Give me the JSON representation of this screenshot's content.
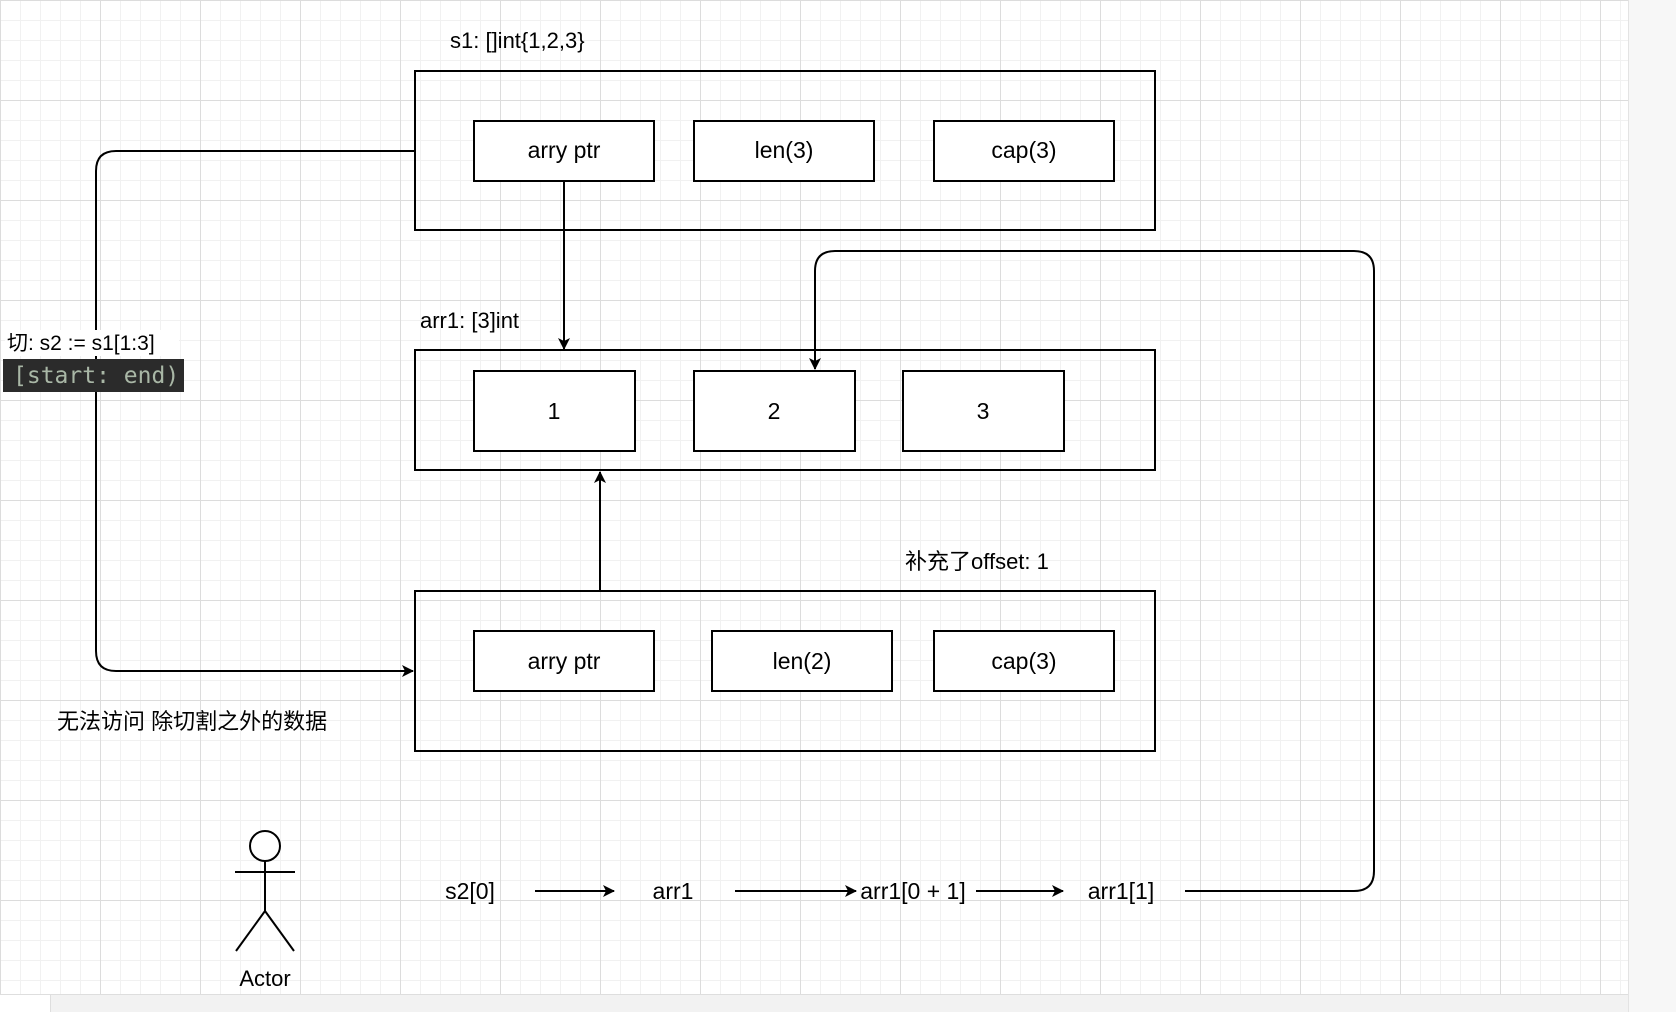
{
  "colors": {
    "stroke": "#000000",
    "code_bg": "#2b2b2b",
    "code_text": "#a9b7a6"
  },
  "s1": {
    "label": "s1: []int{1,2,3}",
    "fields": [
      "arry ptr",
      "len(3)",
      "cap(3)"
    ]
  },
  "arr1": {
    "label": "arr1: [3]int",
    "cells": [
      "1",
      "2",
      "3"
    ]
  },
  "s2": {
    "offset_note": "补充了offset: 1",
    "fields": [
      "arry ptr",
      "len(2)",
      "cap(3)"
    ]
  },
  "slice_op": {
    "label": "切:  s2 := s1[1:3]",
    "code": "[start: end)"
  },
  "note": "无法访问 除切割之外的数据",
  "actor": {
    "label": "Actor"
  },
  "flow": [
    "s2[0]",
    "arr1",
    "arr1[0 + 1]",
    "arr1[1]"
  ]
}
